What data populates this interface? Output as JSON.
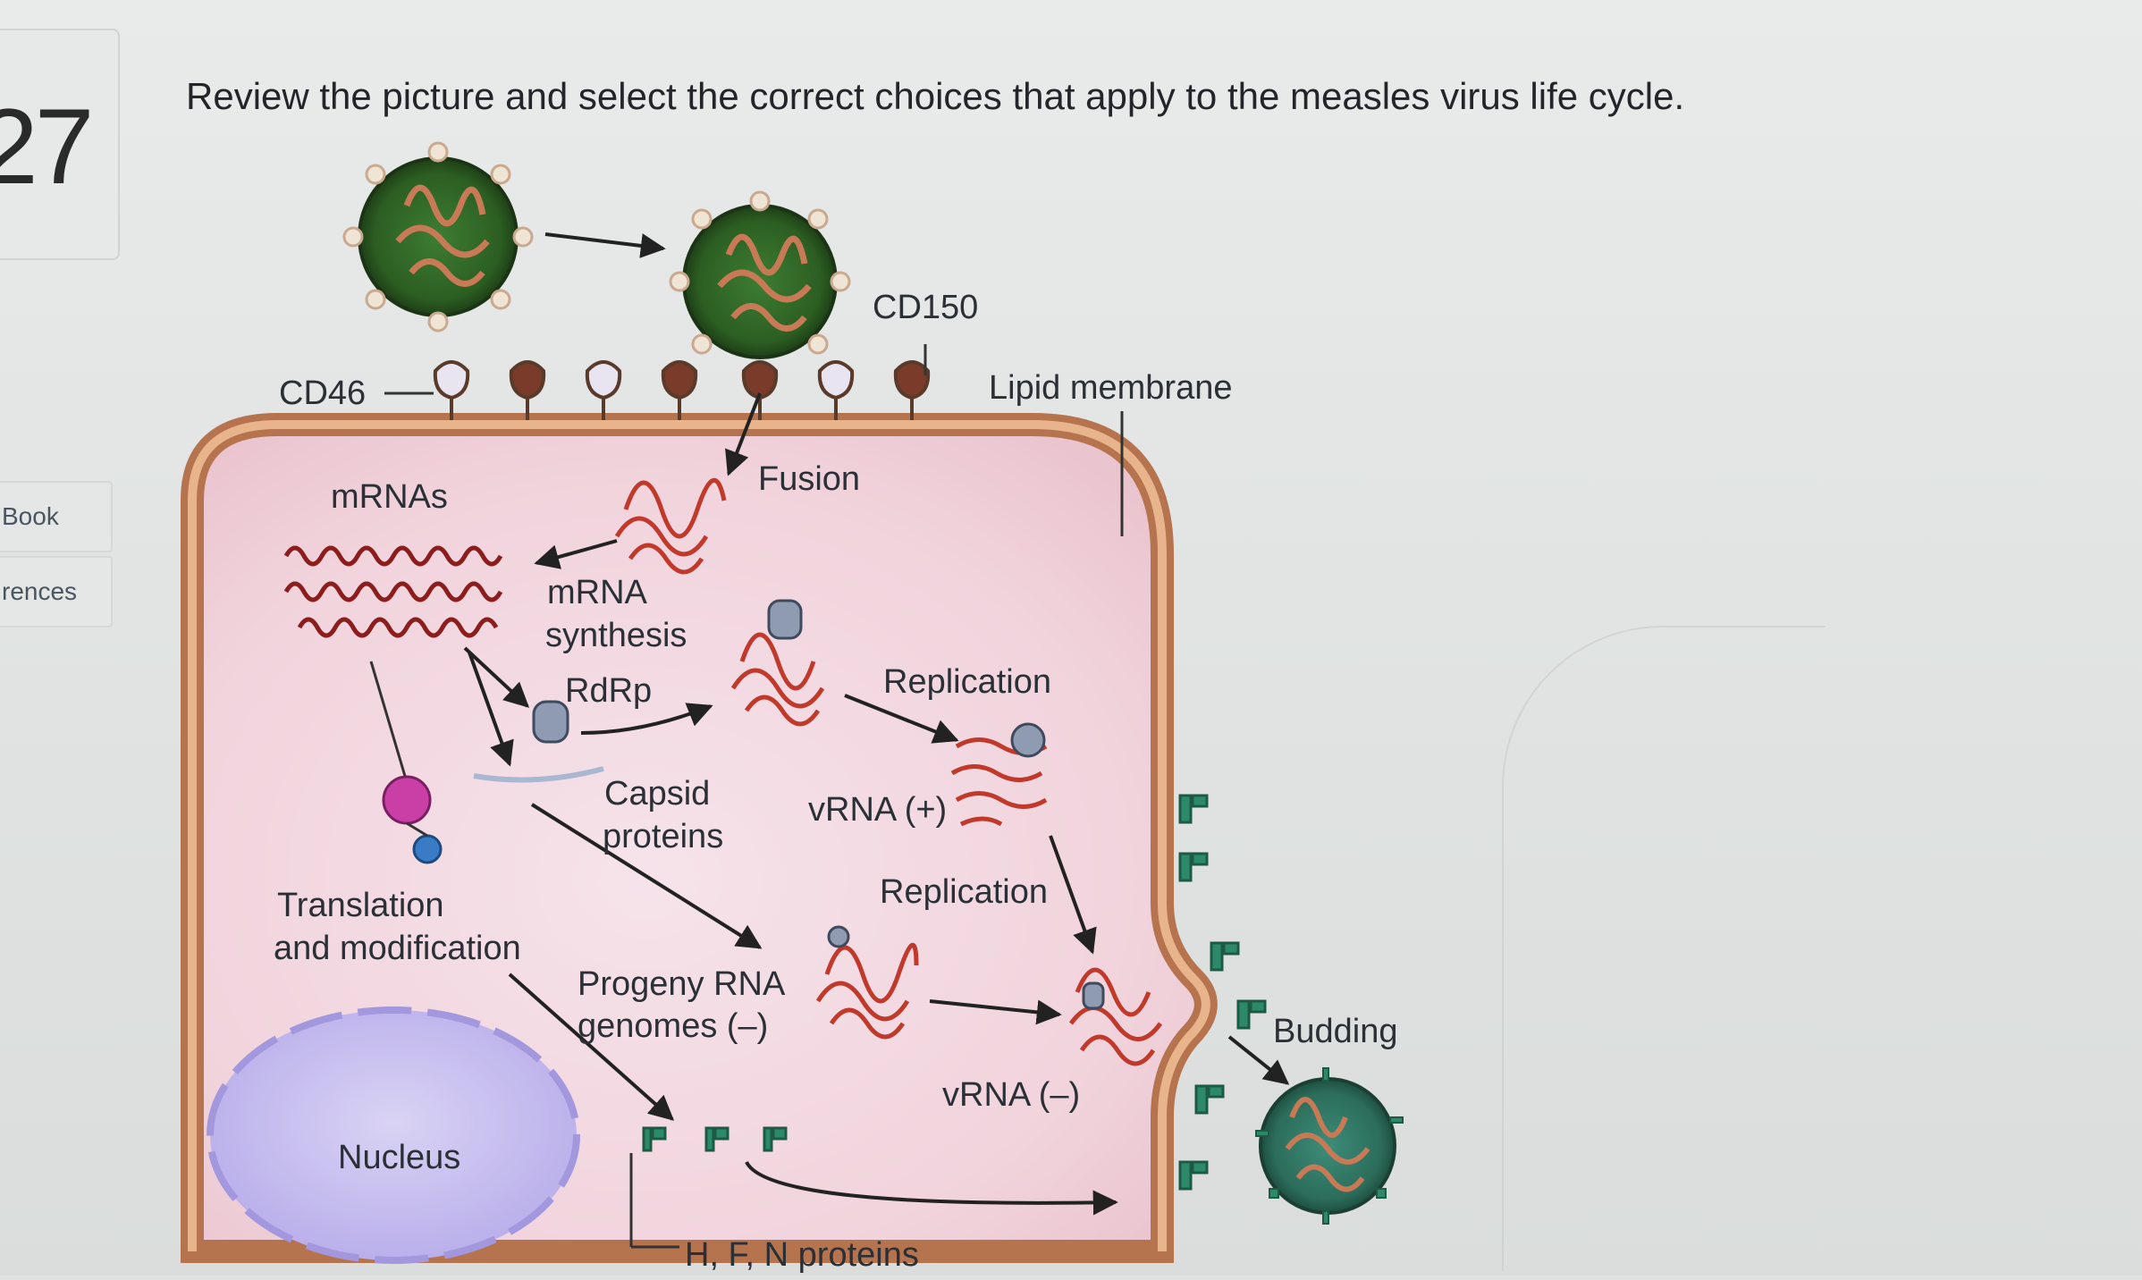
{
  "question": {
    "number": "27",
    "prompt": "Review the picture and select the correct choices that apply to the measles virus life cycle."
  },
  "sidebar": {
    "items": [
      {
        "label": "Book"
      },
      {
        "label": "rences"
      }
    ]
  },
  "figure": {
    "labels": {
      "cd46": "CD46",
      "cd150": "CD150",
      "lipid_membrane": "Lipid membrane",
      "fusion": "Fusion",
      "mrnas": "mRNAs",
      "mrna_synthesis_1": "mRNA",
      "mrna_synthesis_2": "synthesis",
      "rdrp": "RdRp",
      "replication_1": "Replication",
      "replication_2": "Replication",
      "capsid_1": "Capsid",
      "capsid_2": "proteins",
      "vrna_plus": "vRNA (+)",
      "vrna_minus": "vRNA (–)",
      "translation_1": "Translation",
      "translation_2": "and modification",
      "progeny_1": "Progeny RNA",
      "progeny_2": "genomes (–)",
      "nucleus": "Nucleus",
      "budding": "Budding",
      "hfn": "H, F, N proteins"
    }
  }
}
